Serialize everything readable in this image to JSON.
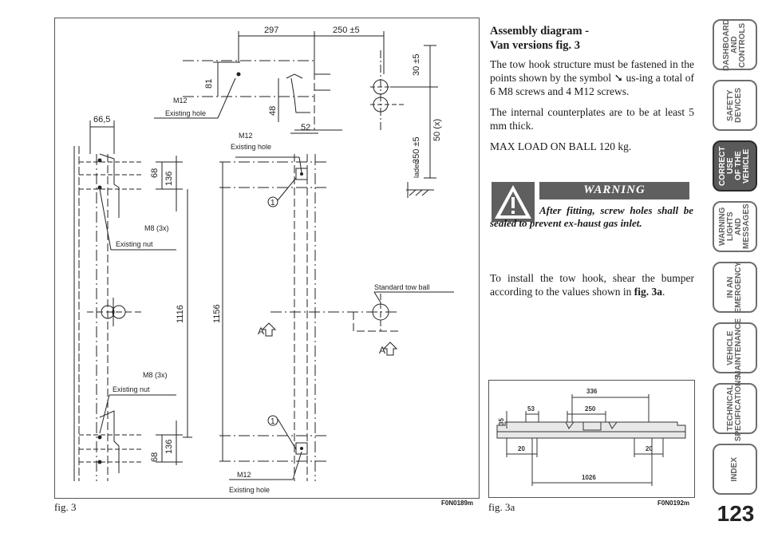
{
  "section": {
    "heading_line1": "Assembly diagram -",
    "heading_line2": "Van versions fig. 3",
    "paragraph1_part1": "The tow hook structure must be fastened in the points shown by the symbol",
    "paragraph1_part2": "us-ing a total of 6 M8 screws and 4 M12 screws.",
    "paragraph2": "The internal counterplates are to be at least 5 mm thick.",
    "paragraph3": "MAX LOAD ON BALL 120 kg.",
    "warning_label": "WARNING",
    "warning_text": "After fitting, screw holes shall be sealed to prevent ex-haust gas inlet.",
    "install_text_part1": "To install the tow hook, shear the bumper according to the values shown in",
    "install_text_ref": "fig. 3a",
    "install_text_end": "."
  },
  "figure3": {
    "caption": "fig. 3",
    "code": "F0N0189m",
    "dims": {
      "d297": "297",
      "d250": "250 ±5",
      "d30": "30 ±5",
      "d81": "81",
      "d48": "48",
      "d52": "52",
      "d350": "350 ±5",
      "d50x": "50 (x)",
      "d66": "66,5",
      "d68_top": "68",
      "d136_top": "136",
      "d1116": "1116",
      "d1156": "1156",
      "d68_bot": "68",
      "d136_bot": "136"
    },
    "labels": {
      "m12_top": "M12",
      "existing_hole_top": "Existing hole",
      "m12_mid": "M12",
      "existing_hole_mid": "Existing hole",
      "m8_top": "M8 (3x)",
      "existing_nut_top": "Existing nut",
      "m8_bot": "M8 (3x)",
      "existing_nut_bot": "Existing nut",
      "m12_bot": "M12",
      "existing_hole_bot": "Existing hole",
      "laden": "laden",
      "standard_tow_ball": "Standard   tow   ball",
      "a_left": "A",
      "a_right": "A",
      "callout1_top": "1",
      "callout1_bot": "1"
    }
  },
  "figure3a": {
    "caption": "fig. 3a",
    "code": "F0N0192m",
    "dims": {
      "d336": "336",
      "d53": "53",
      "d250": "250",
      "d35": "35",
      "d20_left": "20",
      "d20_right": "20",
      "d1026": "1026"
    }
  },
  "nav_tabs": [
    {
      "label": "DASHBOARD\nAND CONTROLS",
      "active": false
    },
    {
      "label": "SAFETY\nDEVICES",
      "active": false
    },
    {
      "label": "CORRECT USE\nOF THE VEHICLE",
      "active": true
    },
    {
      "label": "WARNING\nLIGHTS AND\nMESSAGES",
      "active": false
    },
    {
      "label": "IN AN\nEMERGENCY",
      "active": false
    },
    {
      "label": "VEHICLE\nMAINTENANCE",
      "active": false
    },
    {
      "label": "TECHNICAL\nSPECIFICATIONS",
      "active": false
    },
    {
      "label": "INDEX",
      "active": false
    }
  ],
  "page_number": "123",
  "colors": {
    "active_tab": "#5a5a5a",
    "tab_border": "#6e6e6e",
    "warning_band": "#5f5f5f"
  }
}
